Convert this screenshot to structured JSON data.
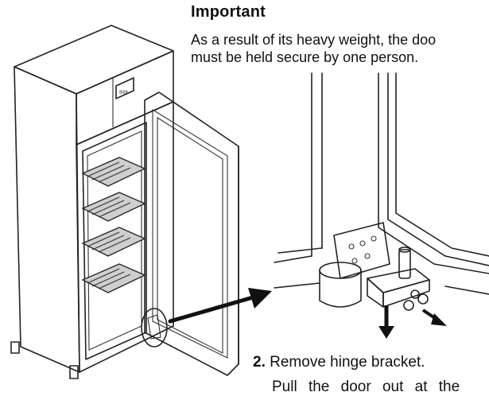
{
  "important": {
    "heading": "Important",
    "line1": "As a result of its heavy weight, the doo",
    "line2": "must be held secure by one person."
  },
  "step": {
    "number": "2.",
    "text": "Remove hinge bracket.",
    "next_line": "Pull the door out at the"
  },
  "display_label": "888"
}
